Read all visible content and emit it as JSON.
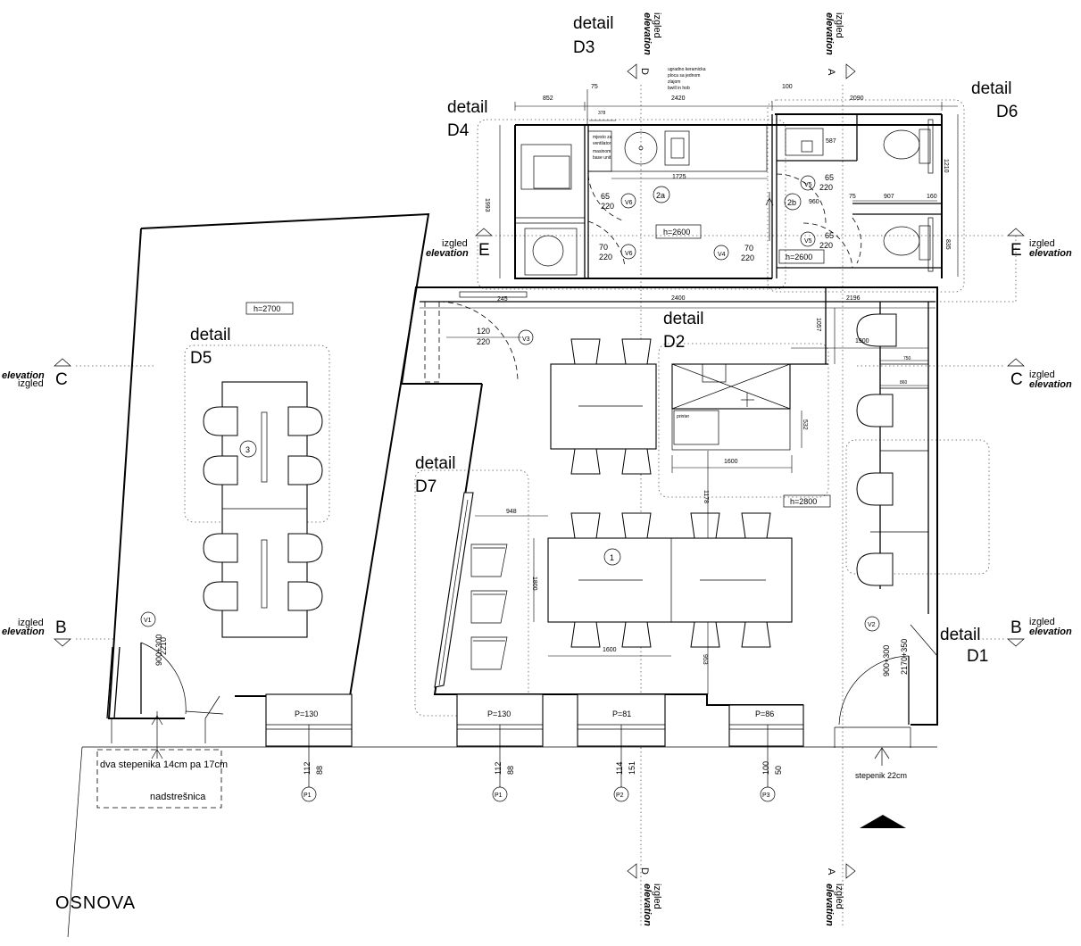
{
  "plan_title": "OSNOVA",
  "details": [
    {
      "id": "d3",
      "word": "detail",
      "code": "D3"
    },
    {
      "id": "d4",
      "word": "detail",
      "code": "D4"
    },
    {
      "id": "d6",
      "word": "detail",
      "code": "D6"
    },
    {
      "id": "d5",
      "word": "detail",
      "code": "D5"
    },
    {
      "id": "d2",
      "word": "detail",
      "code": "D2"
    },
    {
      "id": "d7",
      "word": "detail",
      "code": "D7"
    },
    {
      "id": "d1",
      "word": "detail",
      "code": "D1"
    }
  ],
  "elevation_words": {
    "local": "izgled",
    "english": "elevation"
  },
  "elevation_marks": [
    "D",
    "A",
    "E",
    "E",
    "C",
    "C",
    "B",
    "B",
    "D",
    "A"
  ],
  "heights": [
    "h=2700",
    "h=2600",
    "h=2600",
    "h=2800"
  ],
  "dimensions": {
    "top": [
      "852",
      "75",
      "2420",
      "100",
      "2090",
      "378",
      "1725",
      "587",
      "907",
      "75",
      "160",
      "960",
      "1210",
      "835",
      "1993",
      "2400",
      "2196",
      "1057",
      "1900",
      "750",
      "860",
      "532",
      "1600",
      "1178",
      "948",
      "1800",
      "1600",
      "953"
    ],
    "door_sizes": [
      {
        "w": "65",
        "h": "220",
        "tag": "V6"
      },
      {
        "w": "70",
        "h": "220",
        "tag": "V6"
      },
      {
        "w": "70",
        "h": "220",
        "tag": "V4"
      },
      {
        "w": "65",
        "h": "220",
        "tag": "V5"
      },
      {
        "w": "65",
        "h": "220",
        "tag": "V5"
      },
      {
        "w": "120",
        "h": "220",
        "tag": "V3"
      }
    ],
    "entry_left": {
      "tag": "V1",
      "size": "900+300",
      "h": "2210"
    },
    "entry_right": {
      "tag": "V2",
      "size": "900+300",
      "h": "2170+350"
    },
    "small_245": "245"
  },
  "room_tags": [
    "2a",
    "2b",
    "1",
    "3"
  ],
  "small_notes": {
    "note_top": [
      "ugradno keramicka",
      "ploca sa jednom",
      "zlajom",
      "bwill in hob"
    ],
    "note_vent": [
      "mjesto za",
      "ventilator",
      "masinom",
      "base unit"
    ],
    "printer": "printer"
  },
  "windows": [
    {
      "label": "P=130",
      "sill": "112",
      "top": "88",
      "tag": "P1"
    },
    {
      "label": "P=130",
      "sill": "112",
      "top": "88",
      "tag": "P1"
    },
    {
      "label": "P=81",
      "sill": "114",
      "top": "151",
      "tag": "P2"
    },
    {
      "label": "P=86",
      "sill": "100",
      "top": "50",
      "tag": "P3"
    }
  ],
  "annotations": {
    "steps_left": "dva stepenika 14cm pa 17cm",
    "canopy": "nadstrešnica",
    "step_right": "stepenik 22cm"
  },
  "colors": {
    "line": "#000000",
    "guide": "#555555"
  }
}
